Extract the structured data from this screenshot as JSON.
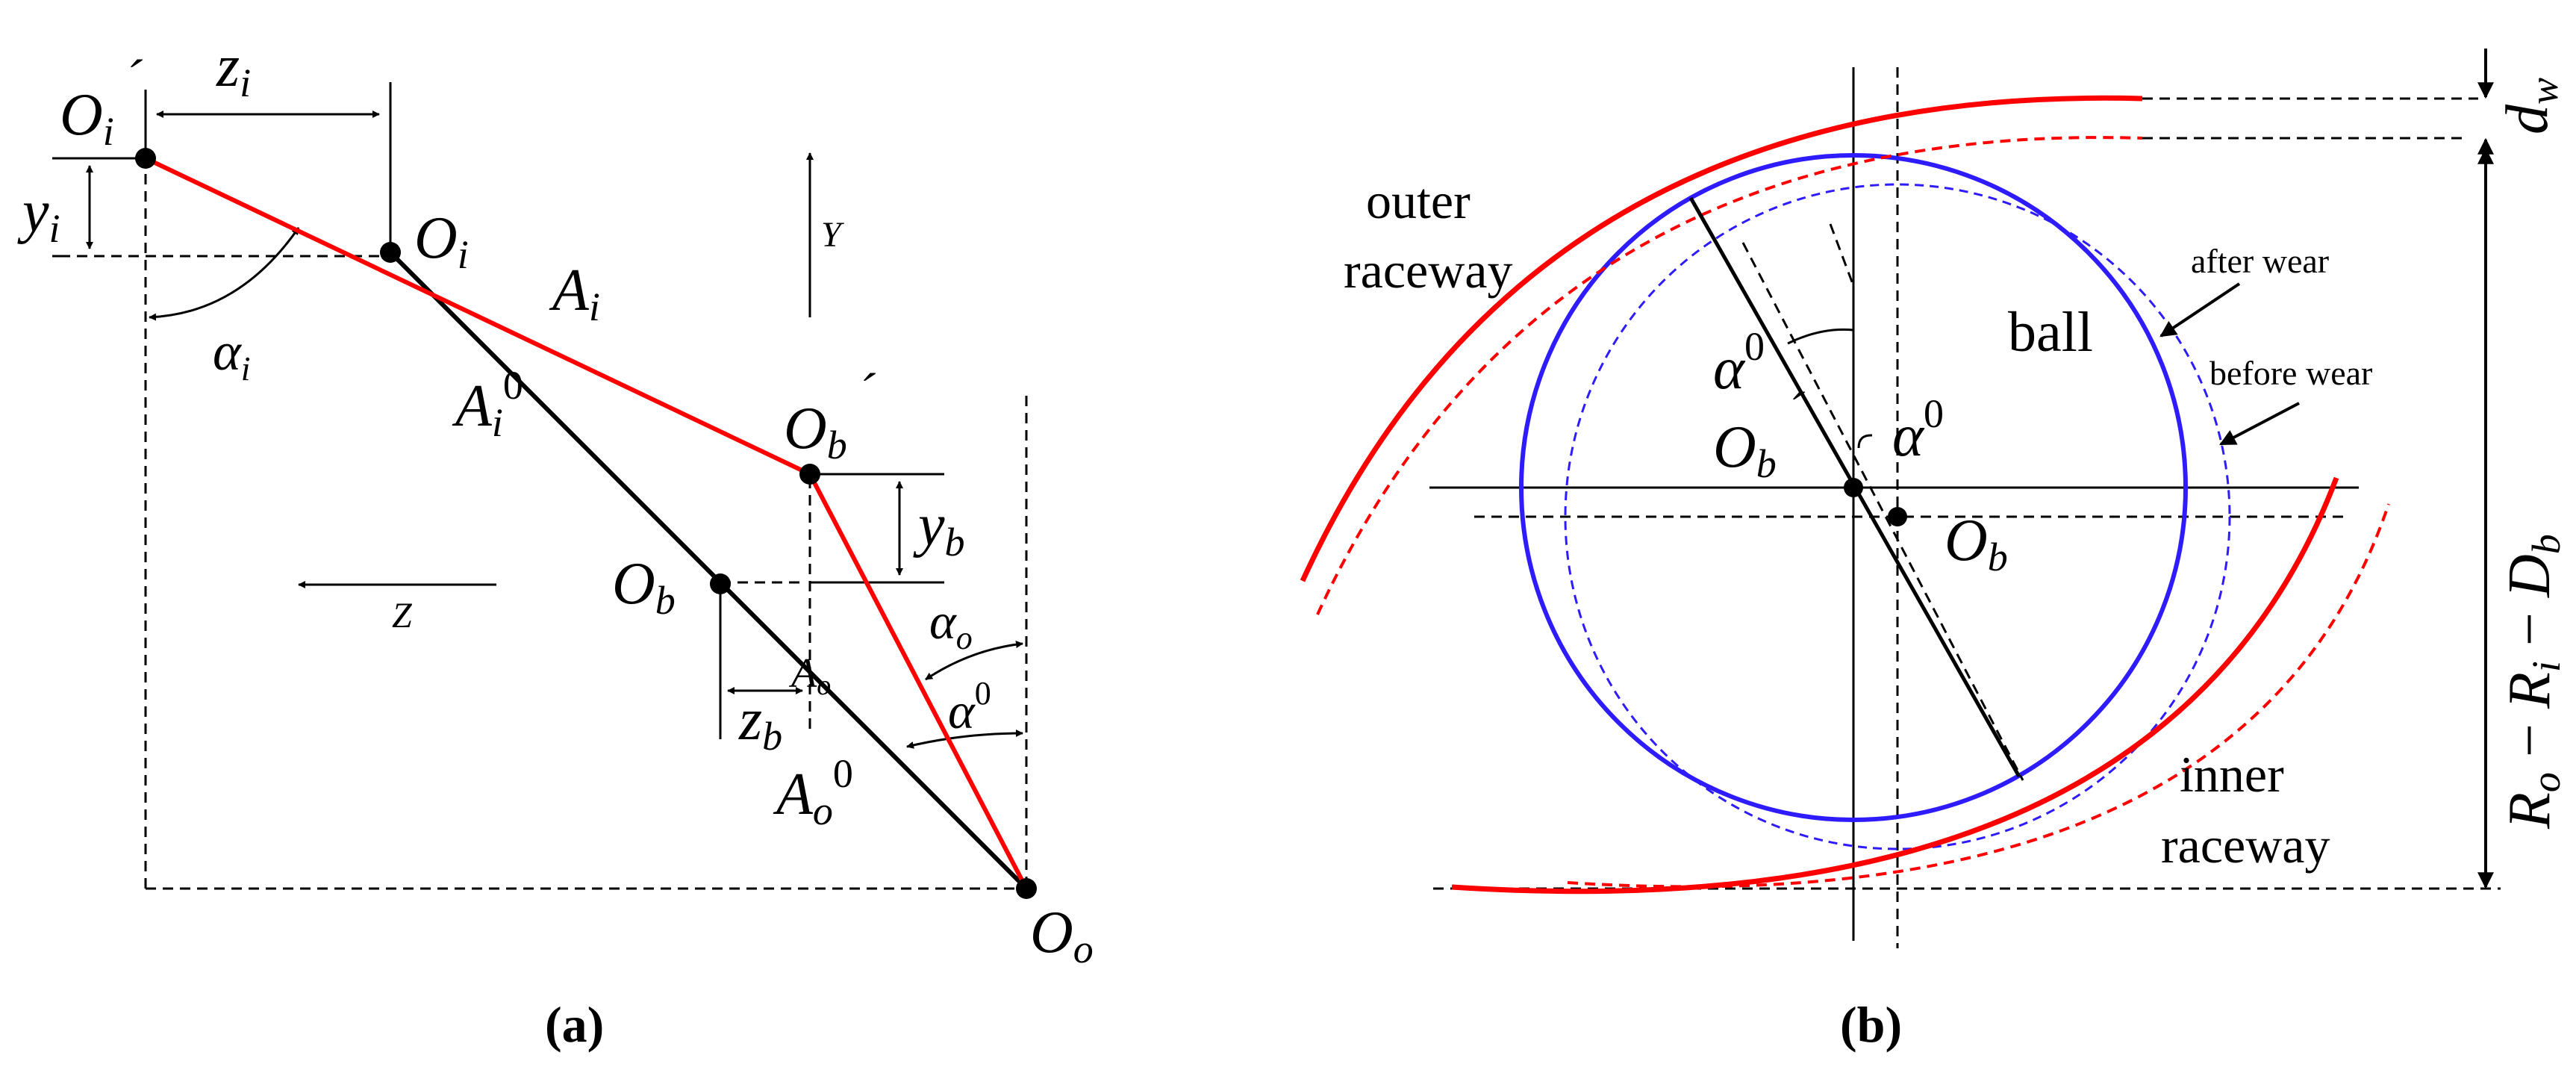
{
  "colors": {
    "red": "#ff0000",
    "blue": "#2e1cff",
    "black": "#000000"
  },
  "panel_a": {
    "caption": "(a)",
    "Oi_prime": {
      "main": "O",
      "sub": "i",
      "mark": "´"
    },
    "Oi": {
      "main": "O",
      "sub": "i"
    },
    "zi": {
      "main": "z",
      "sub": "i"
    },
    "yi": {
      "main": "y",
      "sub": "i"
    },
    "alpha_i": {
      "main": "α",
      "sub": "i"
    },
    "Ai": {
      "main": "A",
      "sub": "i"
    },
    "Ai0": {
      "main": "A",
      "sub": "i",
      "sup": "0"
    },
    "Y_axis": "Y",
    "Z_axis": "Z",
    "Ob_prime": {
      "main": "O",
      "sub": "b",
      "mark": "´"
    },
    "Ob": {
      "main": "O",
      "sub": "b"
    },
    "yb": {
      "main": "y",
      "sub": "b"
    },
    "zb": {
      "main": "z",
      "sub": "b"
    },
    "alpha_o": {
      "main": "α",
      "sub": "o"
    },
    "alpha0": {
      "main": "α",
      "sup": "0"
    },
    "Ao": {
      "main": "A",
      "sub": "o"
    },
    "Ao0": {
      "main": "A",
      "sub": "o",
      "sup": "0"
    },
    "Oo": {
      "main": "O",
      "sub": "o"
    }
  },
  "panel_b": {
    "caption": "(b)",
    "outer_raceway": [
      "outer",
      "raceway"
    ],
    "inner_raceway": [
      "inner",
      "raceway"
    ],
    "ball": "ball",
    "after_wear": "after wear",
    "before_wear": "before wear",
    "alpha0_left": {
      "main": "α",
      "sup": "0"
    },
    "alpha0_right": {
      "main": "α",
      "sup": "0"
    },
    "Ob_prime": {
      "main": "O",
      "sub": "b",
      "mark": "´"
    },
    "Ob": {
      "main": "O",
      "sub": "b"
    },
    "dw": {
      "main": "d",
      "sub": "w"
    },
    "dimension": {
      "R": "R",
      "Rsub": "o",
      "minus1": " − ",
      "Ri": "R",
      "Risub": "i",
      "minus2": " − ",
      "D": "D",
      "Dsub": "b"
    }
  }
}
